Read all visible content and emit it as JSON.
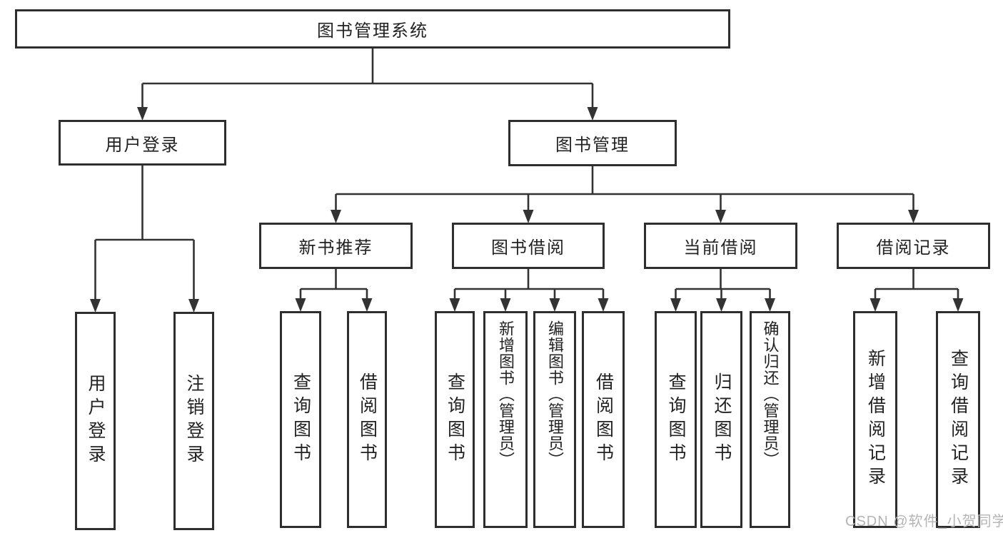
{
  "diagram": {
    "type": "hierarchy-tree",
    "root_label": "图书管理系统",
    "user_login": {
      "label": "用户登录",
      "children": [
        "用户登录",
        "注销登录"
      ]
    },
    "book_mgmt": {
      "label": "图书管理",
      "sections": [
        {
          "label": "新书推荐",
          "children": [
            "查询图书",
            "借阅图书"
          ]
        },
        {
          "label": "图书借阅",
          "children": [
            "查询图书",
            "新增图书（管理员）",
            "编辑图书（管理员）",
            "借阅图书"
          ]
        },
        {
          "label": "当前借阅",
          "children": [
            "查询图书",
            "归还图书",
            "确认归还（管理员）"
          ]
        },
        {
          "label": "借阅记录",
          "children": [
            "新增借阅记录",
            "查询借阅记录"
          ]
        }
      ]
    },
    "watermark": "CSDN @软件_小贺同学",
    "colors": {
      "box_border": "#2e2e2e",
      "connector": "#333333",
      "text": "#222222",
      "watermark": "#b5b5b5",
      "background": "#ffffff"
    }
  }
}
